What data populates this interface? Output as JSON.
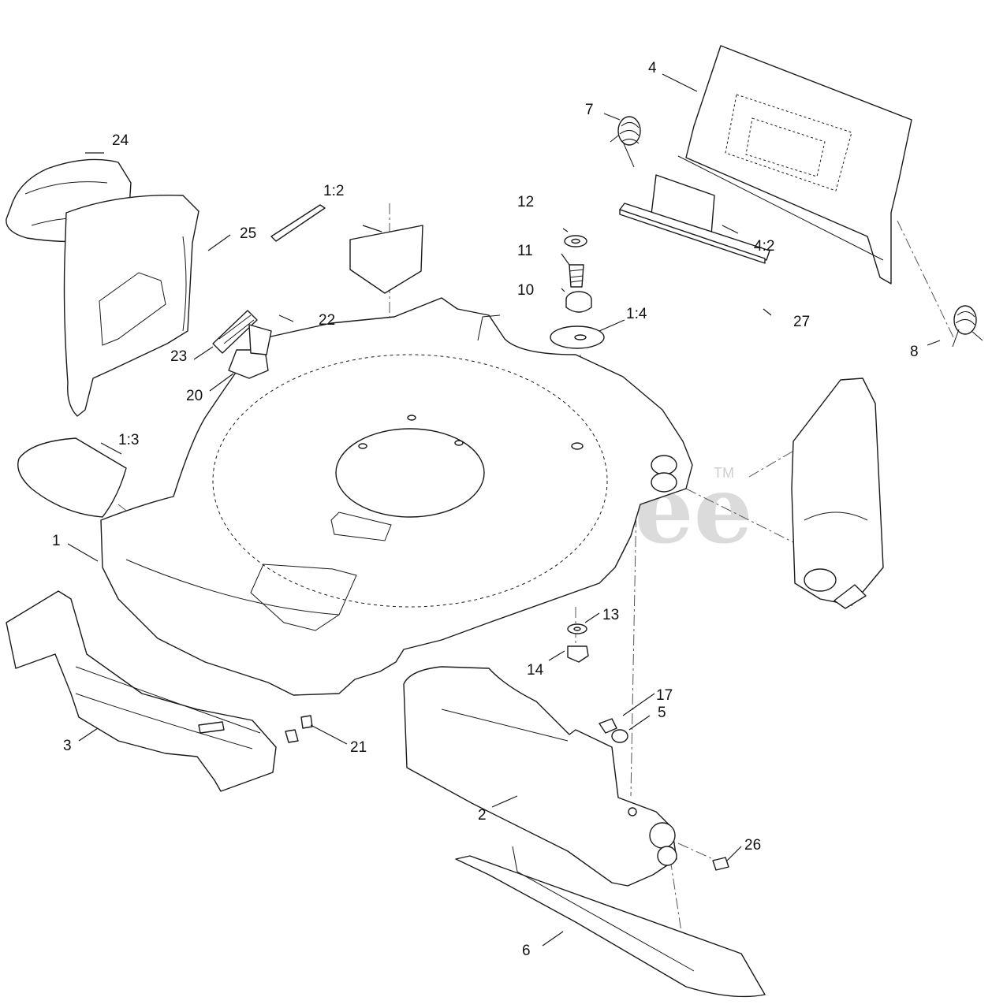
{
  "watermark": {
    "text": "PartsTree",
    "trademark": "TM"
  },
  "callouts": {
    "c1": "1",
    "c1_2": "1:2",
    "c1_3": "1:3",
    "c1_4": "1:4",
    "c2": "2",
    "c3": "3",
    "c4": "4",
    "c4_2": "4:2",
    "c5": "5",
    "c6": "6",
    "c7": "7",
    "c8": "8",
    "c10": "10",
    "c11": "11",
    "c12": "12",
    "c13": "13",
    "c14": "14",
    "c17": "17",
    "c20": "20",
    "c21": "21",
    "c22": "22",
    "c23": "23",
    "c24": "24",
    "c25": "25",
    "c26": "26",
    "c27": "27"
  }
}
